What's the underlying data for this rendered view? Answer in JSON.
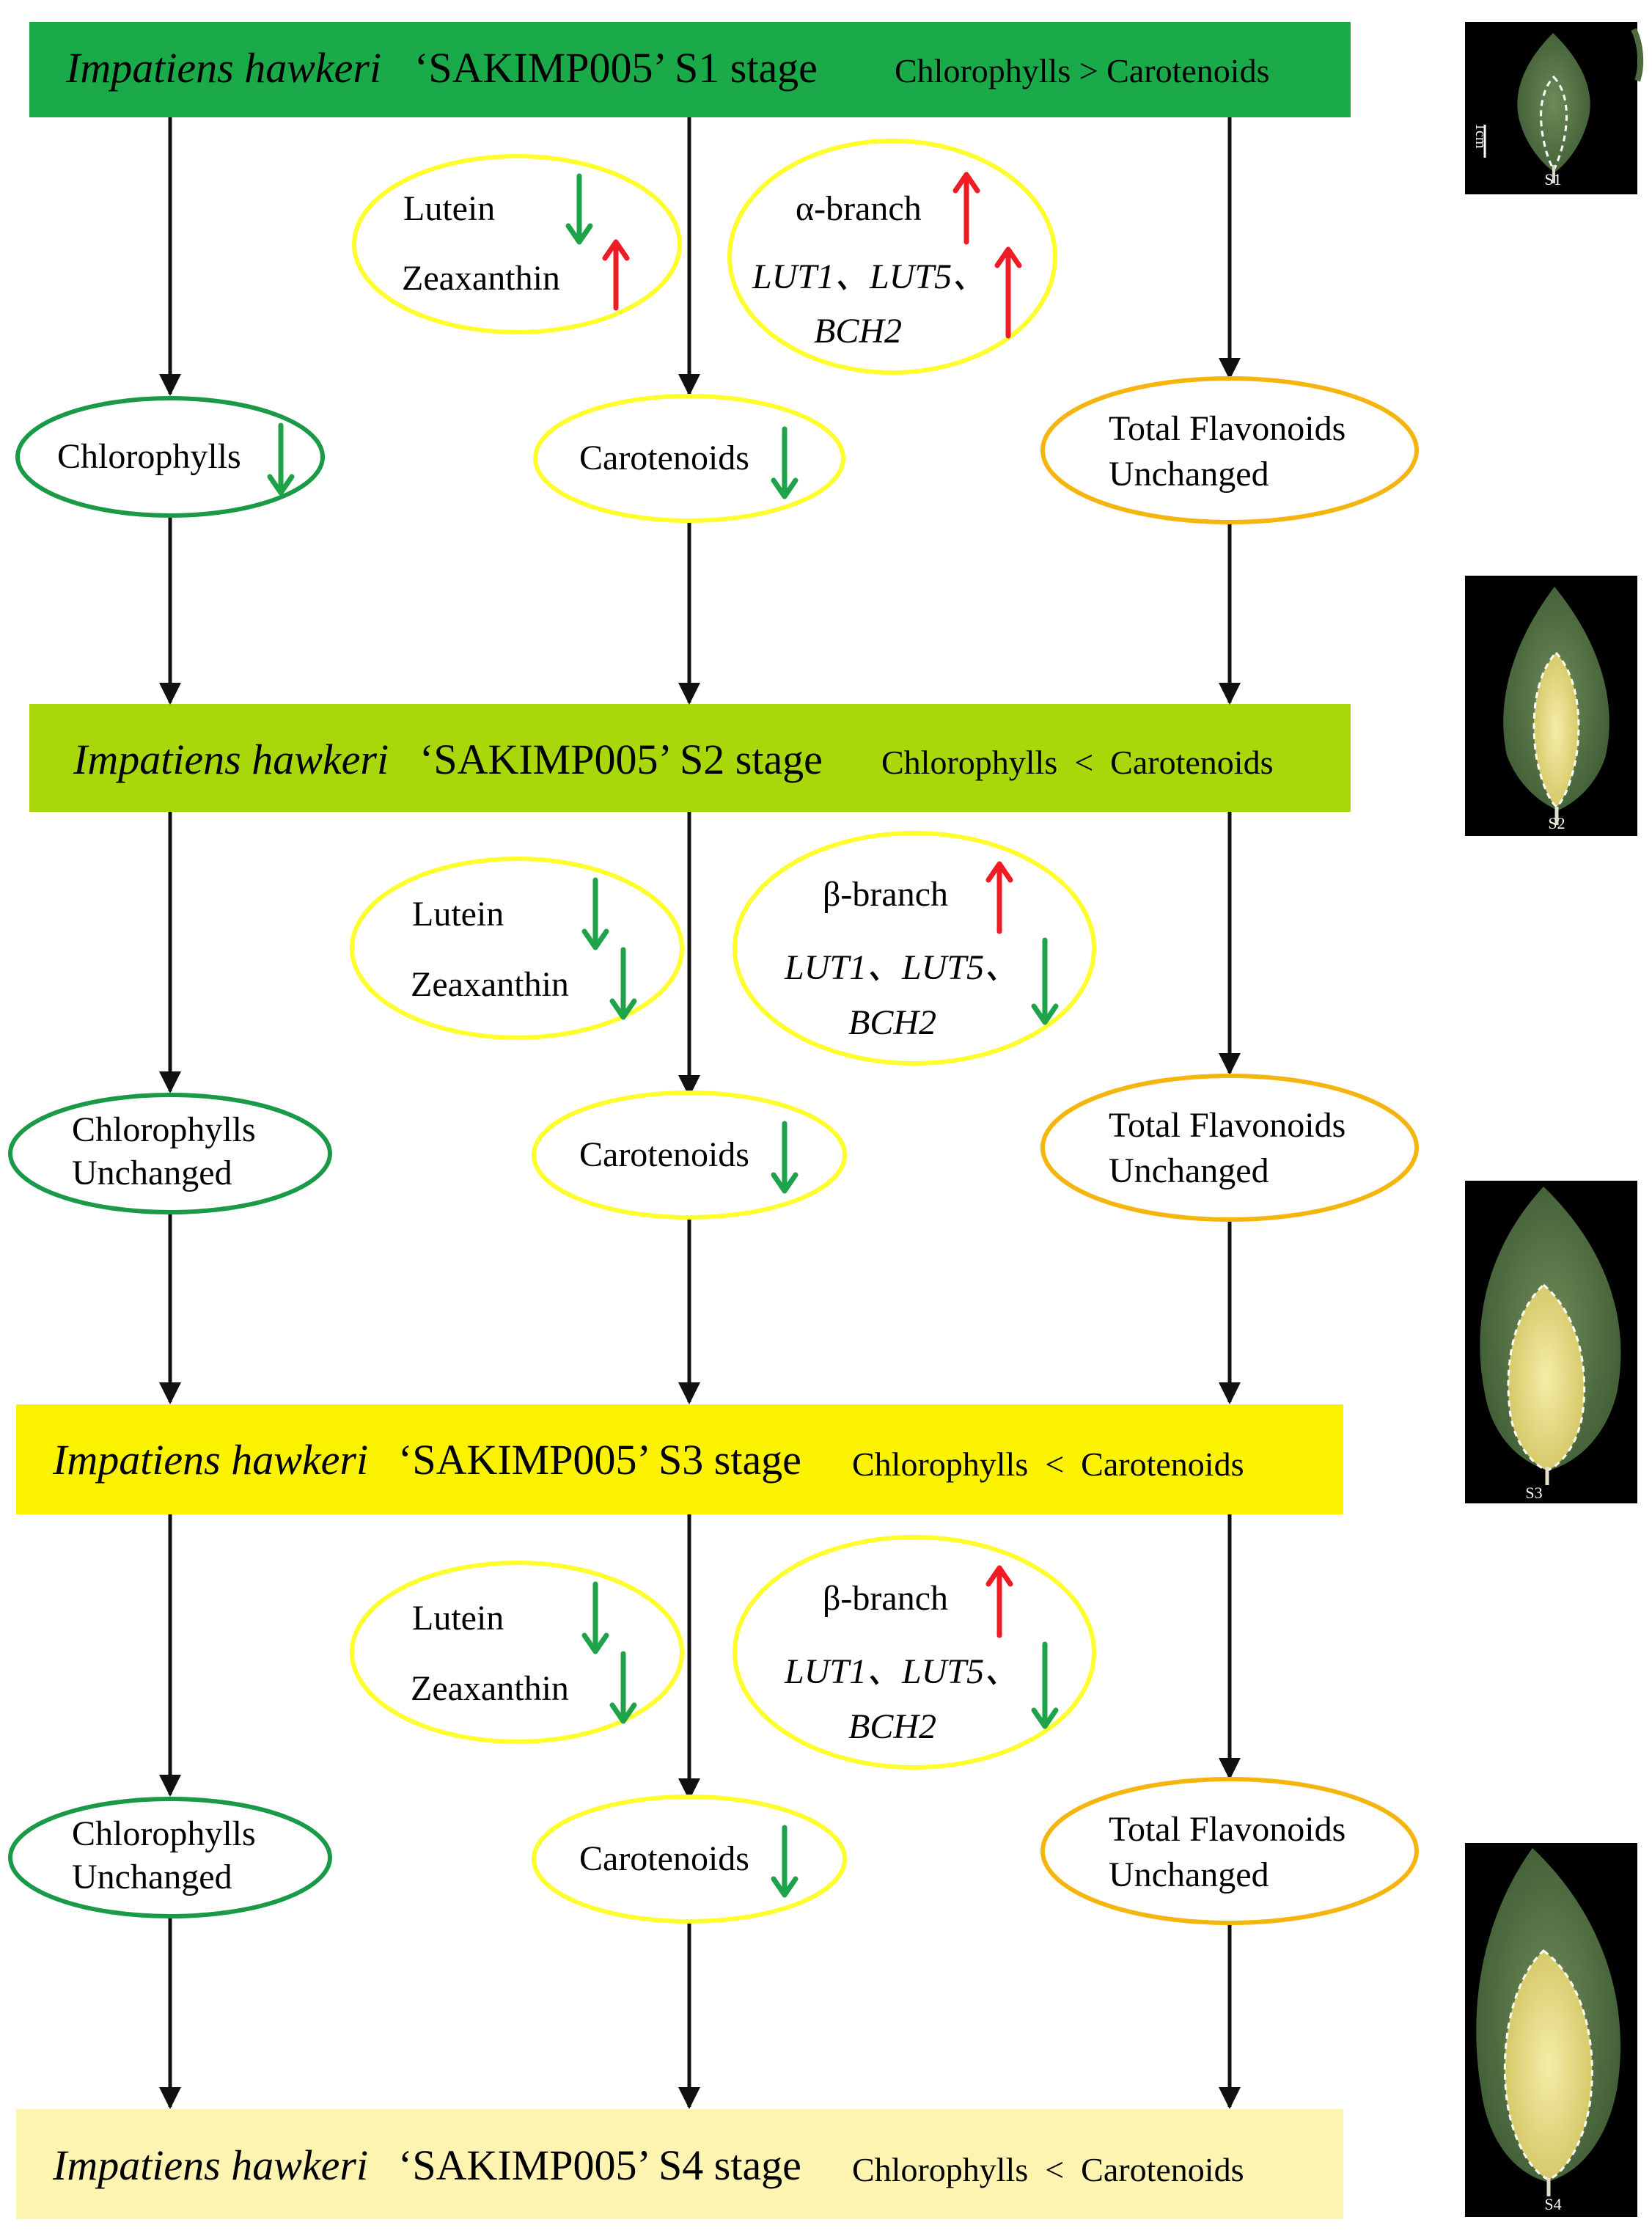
{
  "colors": {
    "s1_bar": "#1aaa4a",
    "s2_bar": "#a8d70a",
    "s3_bar": "#fbf200",
    "s4_bar": "#fdf4b2",
    "chlorophyll_ellipse": "#1a9a46",
    "carotenoid_ellipse": "#ffff2b",
    "flavonoid_ellipse": "#f5b50f",
    "arrow_up": "#ee1c24",
    "arrow_down": "#1fa34a",
    "connector": "#111111"
  },
  "stages": [
    {
      "species": "Impatiens hawkeri",
      "cultivar": "‘SAKIMP005’ S1 stage",
      "compare": "Chlorophylls > Carotenoids",
      "photo_label": "S1"
    },
    {
      "species": "Impatiens hawkeri",
      "cultivar": "‘SAKIMP005’ S2 stage",
      "compare": "Chlorophylls  <  Carotenoids",
      "photo_label": "S2"
    },
    {
      "species": "Impatiens hawkeri",
      "cultivar": "‘SAKIMP005’ S3 stage",
      "compare": "Chlorophylls  <  Carotenoids",
      "photo_label": "S3"
    },
    {
      "species": "Impatiens hawkeri",
      "cultivar": "‘SAKIMP005’ S4 stage",
      "compare": "Chlorophylls  <  Carotenoids",
      "photo_label": "S4"
    }
  ],
  "scale_bar_label": "1cm",
  "transitions": [
    {
      "pigments": [
        {
          "name": "Lutein",
          "trend": "down"
        },
        {
          "name": "Zeaxanthin",
          "trend": "up"
        }
      ],
      "branch": {
        "name": "α-branch",
        "trend": "up"
      },
      "genes": {
        "line1": "LUT1、LUT5、",
        "line2": "BCH2",
        "trend": "up"
      },
      "chlorophylls": {
        "line1": "Chlorophylls",
        "line2": "",
        "trend": "down"
      },
      "carotenoids": {
        "label": "Carotenoids",
        "trend": "down"
      },
      "flavonoids": {
        "line1": "Total Flavonoids",
        "line2": "Unchanged"
      }
    },
    {
      "pigments": [
        {
          "name": "Lutein",
          "trend": "down"
        },
        {
          "name": "Zeaxanthin",
          "trend": "down"
        }
      ],
      "branch": {
        "name": "β-branch",
        "trend": "up"
      },
      "genes": {
        "line1": "LUT1、LUT5、",
        "line2": "BCH2",
        "trend": "down"
      },
      "chlorophylls": {
        "line1": "Chlorophylls",
        "line2": "Unchanged",
        "trend": "none"
      },
      "carotenoids": {
        "label": "Carotenoids",
        "trend": "down"
      },
      "flavonoids": {
        "line1": "Total Flavonoids",
        "line2": "Unchanged"
      }
    },
    {
      "pigments": [
        {
          "name": "Lutein",
          "trend": "down"
        },
        {
          "name": "Zeaxanthin",
          "trend": "down"
        }
      ],
      "branch": {
        "name": "β-branch",
        "trend": "up"
      },
      "genes": {
        "line1": "LUT1、LUT5、",
        "line2": "BCH2",
        "trend": "down"
      },
      "chlorophylls": {
        "line1": "Chlorophylls",
        "line2": "Unchanged",
        "trend": "none"
      },
      "carotenoids": {
        "label": "Carotenoids",
        "trend": "down"
      },
      "flavonoids": {
        "line1": "Total Flavonoids",
        "line2": "Unchanged"
      }
    }
  ]
}
